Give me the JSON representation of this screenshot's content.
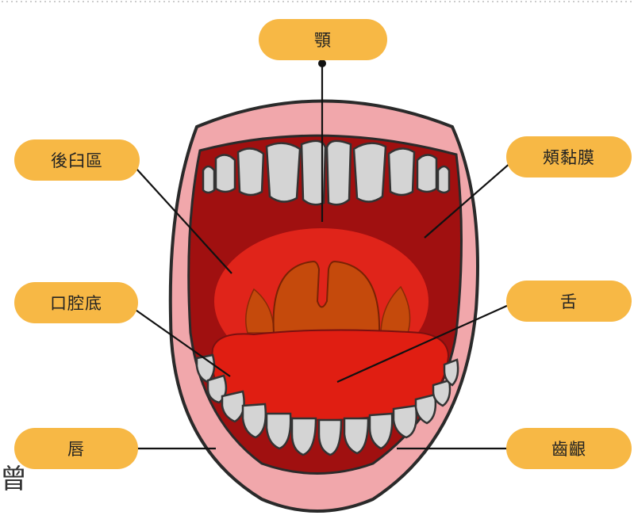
{
  "labels": {
    "palate": "顎",
    "retromolar": "後臼區",
    "buccal_mucosa": "頰黏膜",
    "floor_of_mouth": "口腔底",
    "tongue": "舌",
    "lip": "唇",
    "gums": "齒齦"
  },
  "corner_text": "曾",
  "colors": {
    "label_fill": "#f7b845",
    "lip": "#f1a7ab",
    "mouth_dark": "#a01010",
    "mouth_red": "#e01e12",
    "uvula": "#c54a0c",
    "tooth": "#d4d4d4",
    "line": "#111111"
  }
}
